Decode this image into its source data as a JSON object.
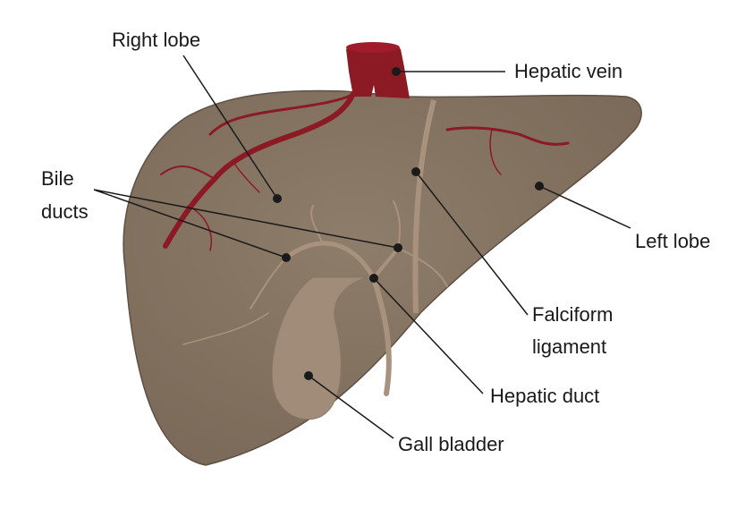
{
  "title": "Liver anatomy",
  "labels": {
    "right_lobe": "Right lobe",
    "hepatic_vein": "Hepatic vein",
    "bile_ducts_line1": "Bile",
    "bile_ducts_line2": "ducts",
    "left_lobe": "Left lobe",
    "falciform_line1": "Falciform",
    "falciform_line2": "ligament",
    "hepatic_duct": "Hepatic duct",
    "gall_bladder": "Gall bladder"
  },
  "colors": {
    "liver": "#8a7866",
    "vein": "#8b1a24",
    "duct": "#a8927d",
    "leader": "#1a1a1a"
  }
}
